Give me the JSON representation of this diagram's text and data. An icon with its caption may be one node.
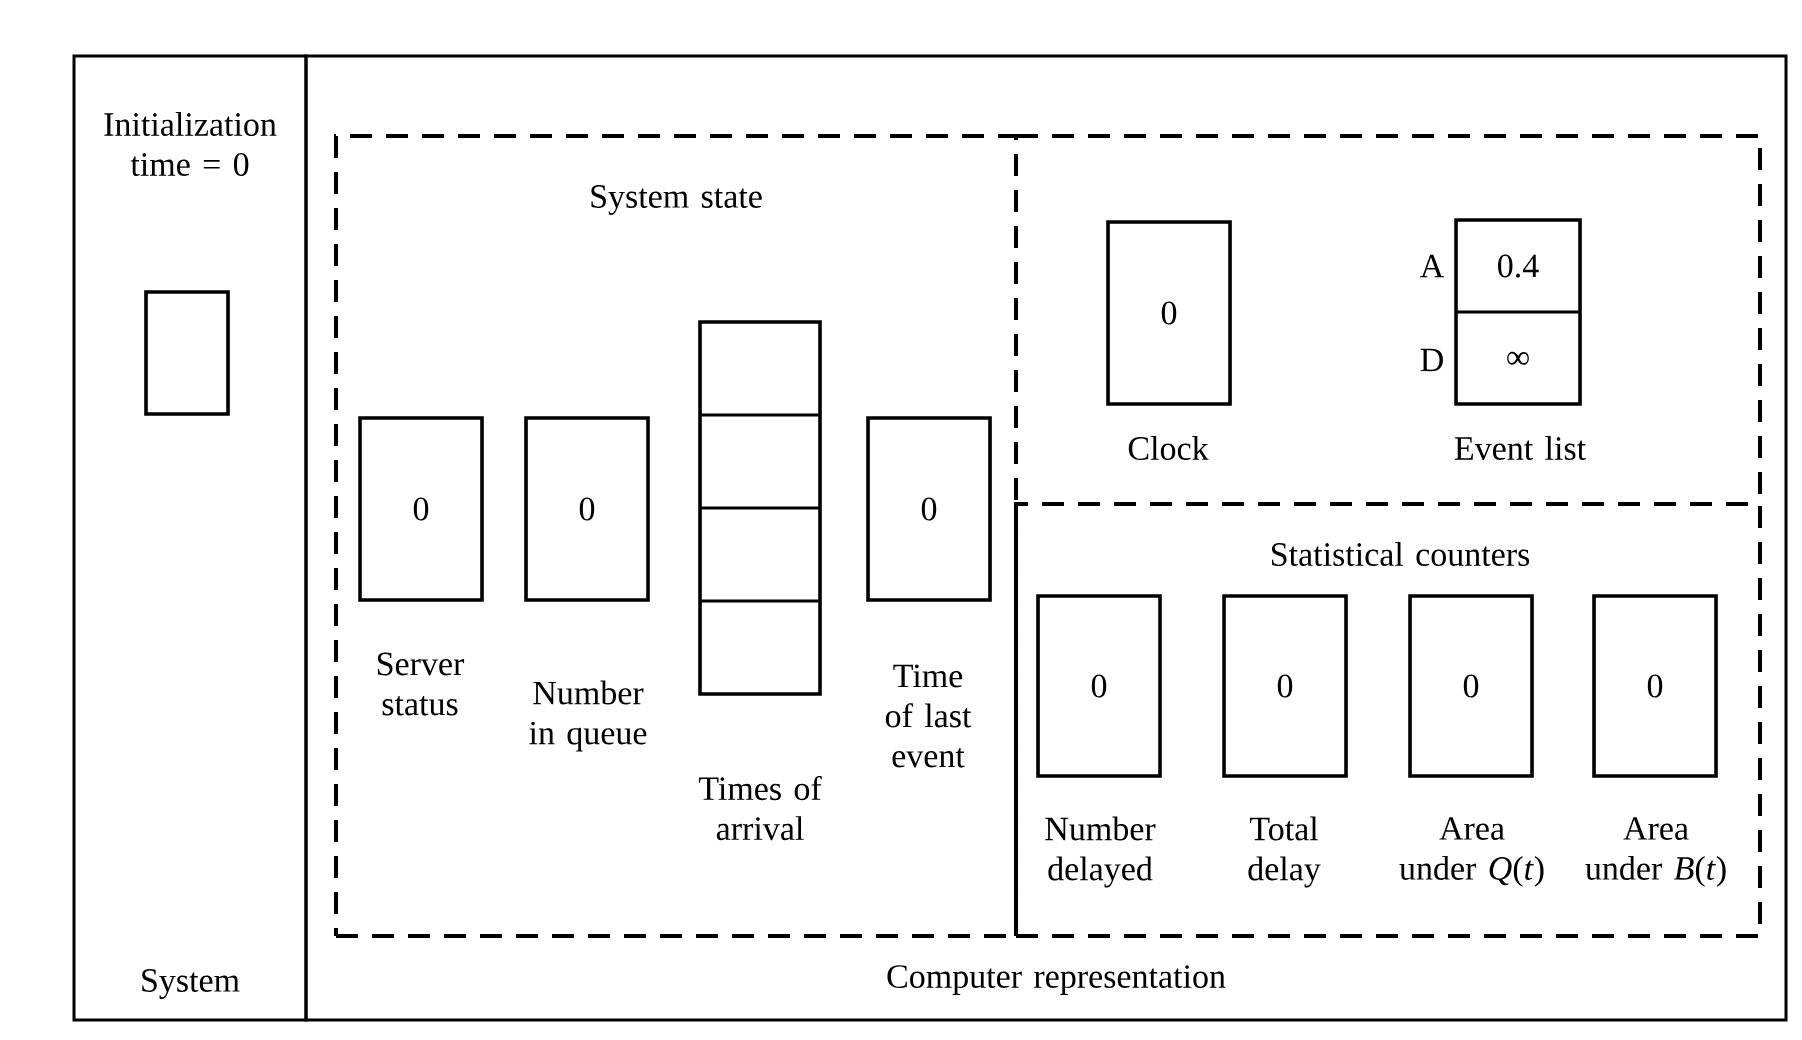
{
  "diagram": {
    "nodes": [
      {
        "text": [
          "Initialization time = 0",
          "System"
        ]
      },
      {
        "text": [],
        "shape": "box",
        "in": 0
      },
      {
        "text": [
          "Computer representation"
        ]
      },
      {
        "text": [
          "System state"
        ],
        "in": 2
      },
      {
        "text": [
          "0"
        ],
        "beside": [
          "Server status"
        ],
        "in": 3
      },
      {
        "text": [
          "0"
        ],
        "beside": [
          "Number in queue"
        ],
        "in": 3
      },
      {
        "text": [],
        "shape": "box",
        "beside": [
          "Times of arrival"
        ],
        "in": 3
      },
      {
        "text": [
          "0"
        ],
        "beside": [
          "Time of last event"
        ],
        "in": 3
      },
      {
        "text": [
          "0"
        ],
        "beside": [
          "Clock"
        ],
        "in": 2
      },
      {
        "text": [
          "0.4",
          "∞"
        ],
        "beside": [
          "A",
          "D",
          "Event list"
        ],
        "in": 2
      },
      {
        "text": [
          "Statistical counters"
        ],
        "in": 2
      },
      {
        "text": [
          "0"
        ],
        "beside": [
          "Number delayed"
        ],
        "in": 10
      },
      {
        "text": [
          "0"
        ],
        "beside": [
          "Total delay"
        ],
        "in": 10
      },
      {
        "text": [
          "0"
        ],
        "beside": [
          "Area under *Q*(*t*)"
        ],
        "in": 10
      },
      {
        "text": [
          "0"
        ],
        "beside": [
          "Area under *B*(*t*)"
        ],
        "in": 10
      }
    ]
  }
}
